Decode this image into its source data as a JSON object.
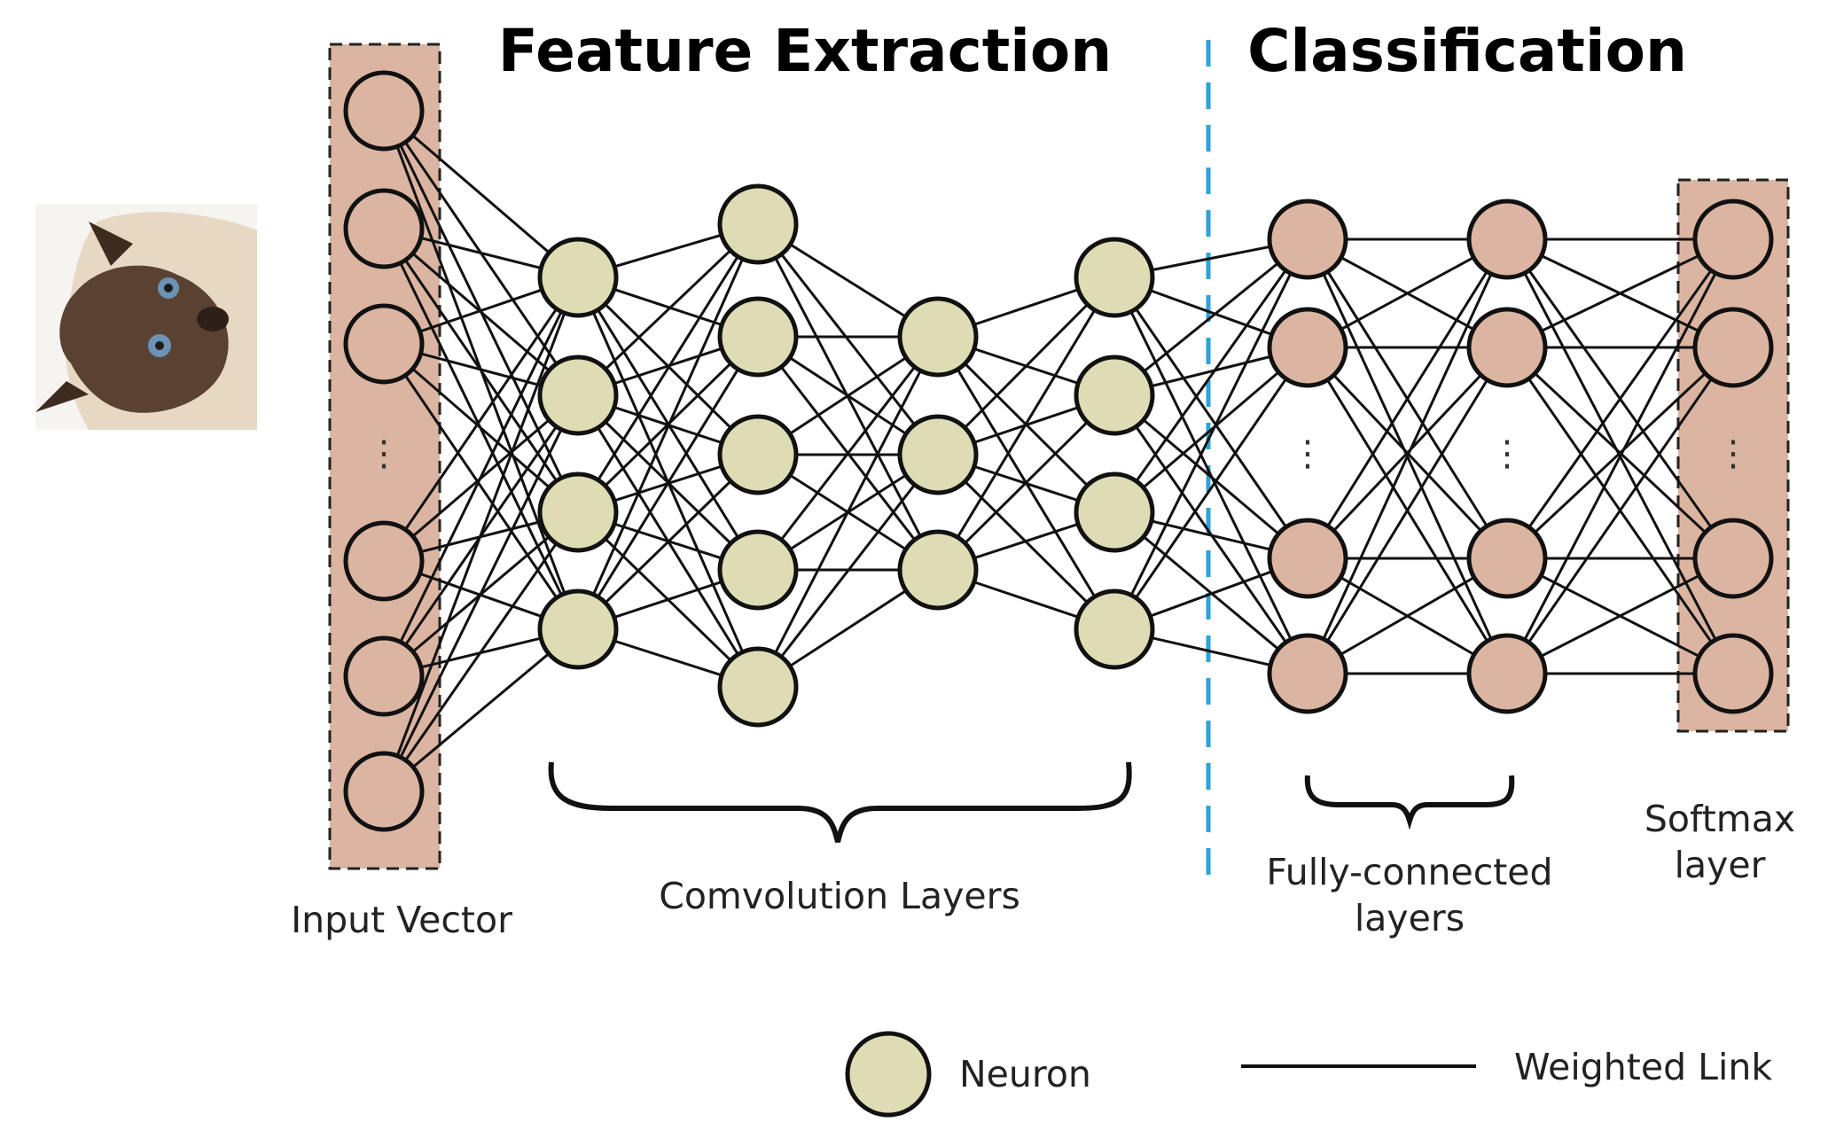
{
  "titles": {
    "feature_extraction": "Feature Extraction",
    "classification": "Classification"
  },
  "labels": {
    "input_vector": "Input Vector",
    "convolution_layers": "Comvolution Layers",
    "fully_connected_line1": "Fully-connected",
    "fully_connected_line2": "layers",
    "softmax_line1": "Softmax",
    "softmax_line2": "layer"
  },
  "ellipsis": "⋮",
  "legend": {
    "neuron": "Neuron",
    "weighted_link": "Weighted Link"
  },
  "colors": {
    "conv_neuron": "#dedcb4",
    "dense_neuron": "#dbb5a1",
    "layer_box": "#dbb5a1",
    "divider": "#2aa5d6",
    "stroke": "#111111"
  },
  "input_image": "cat-photo"
}
